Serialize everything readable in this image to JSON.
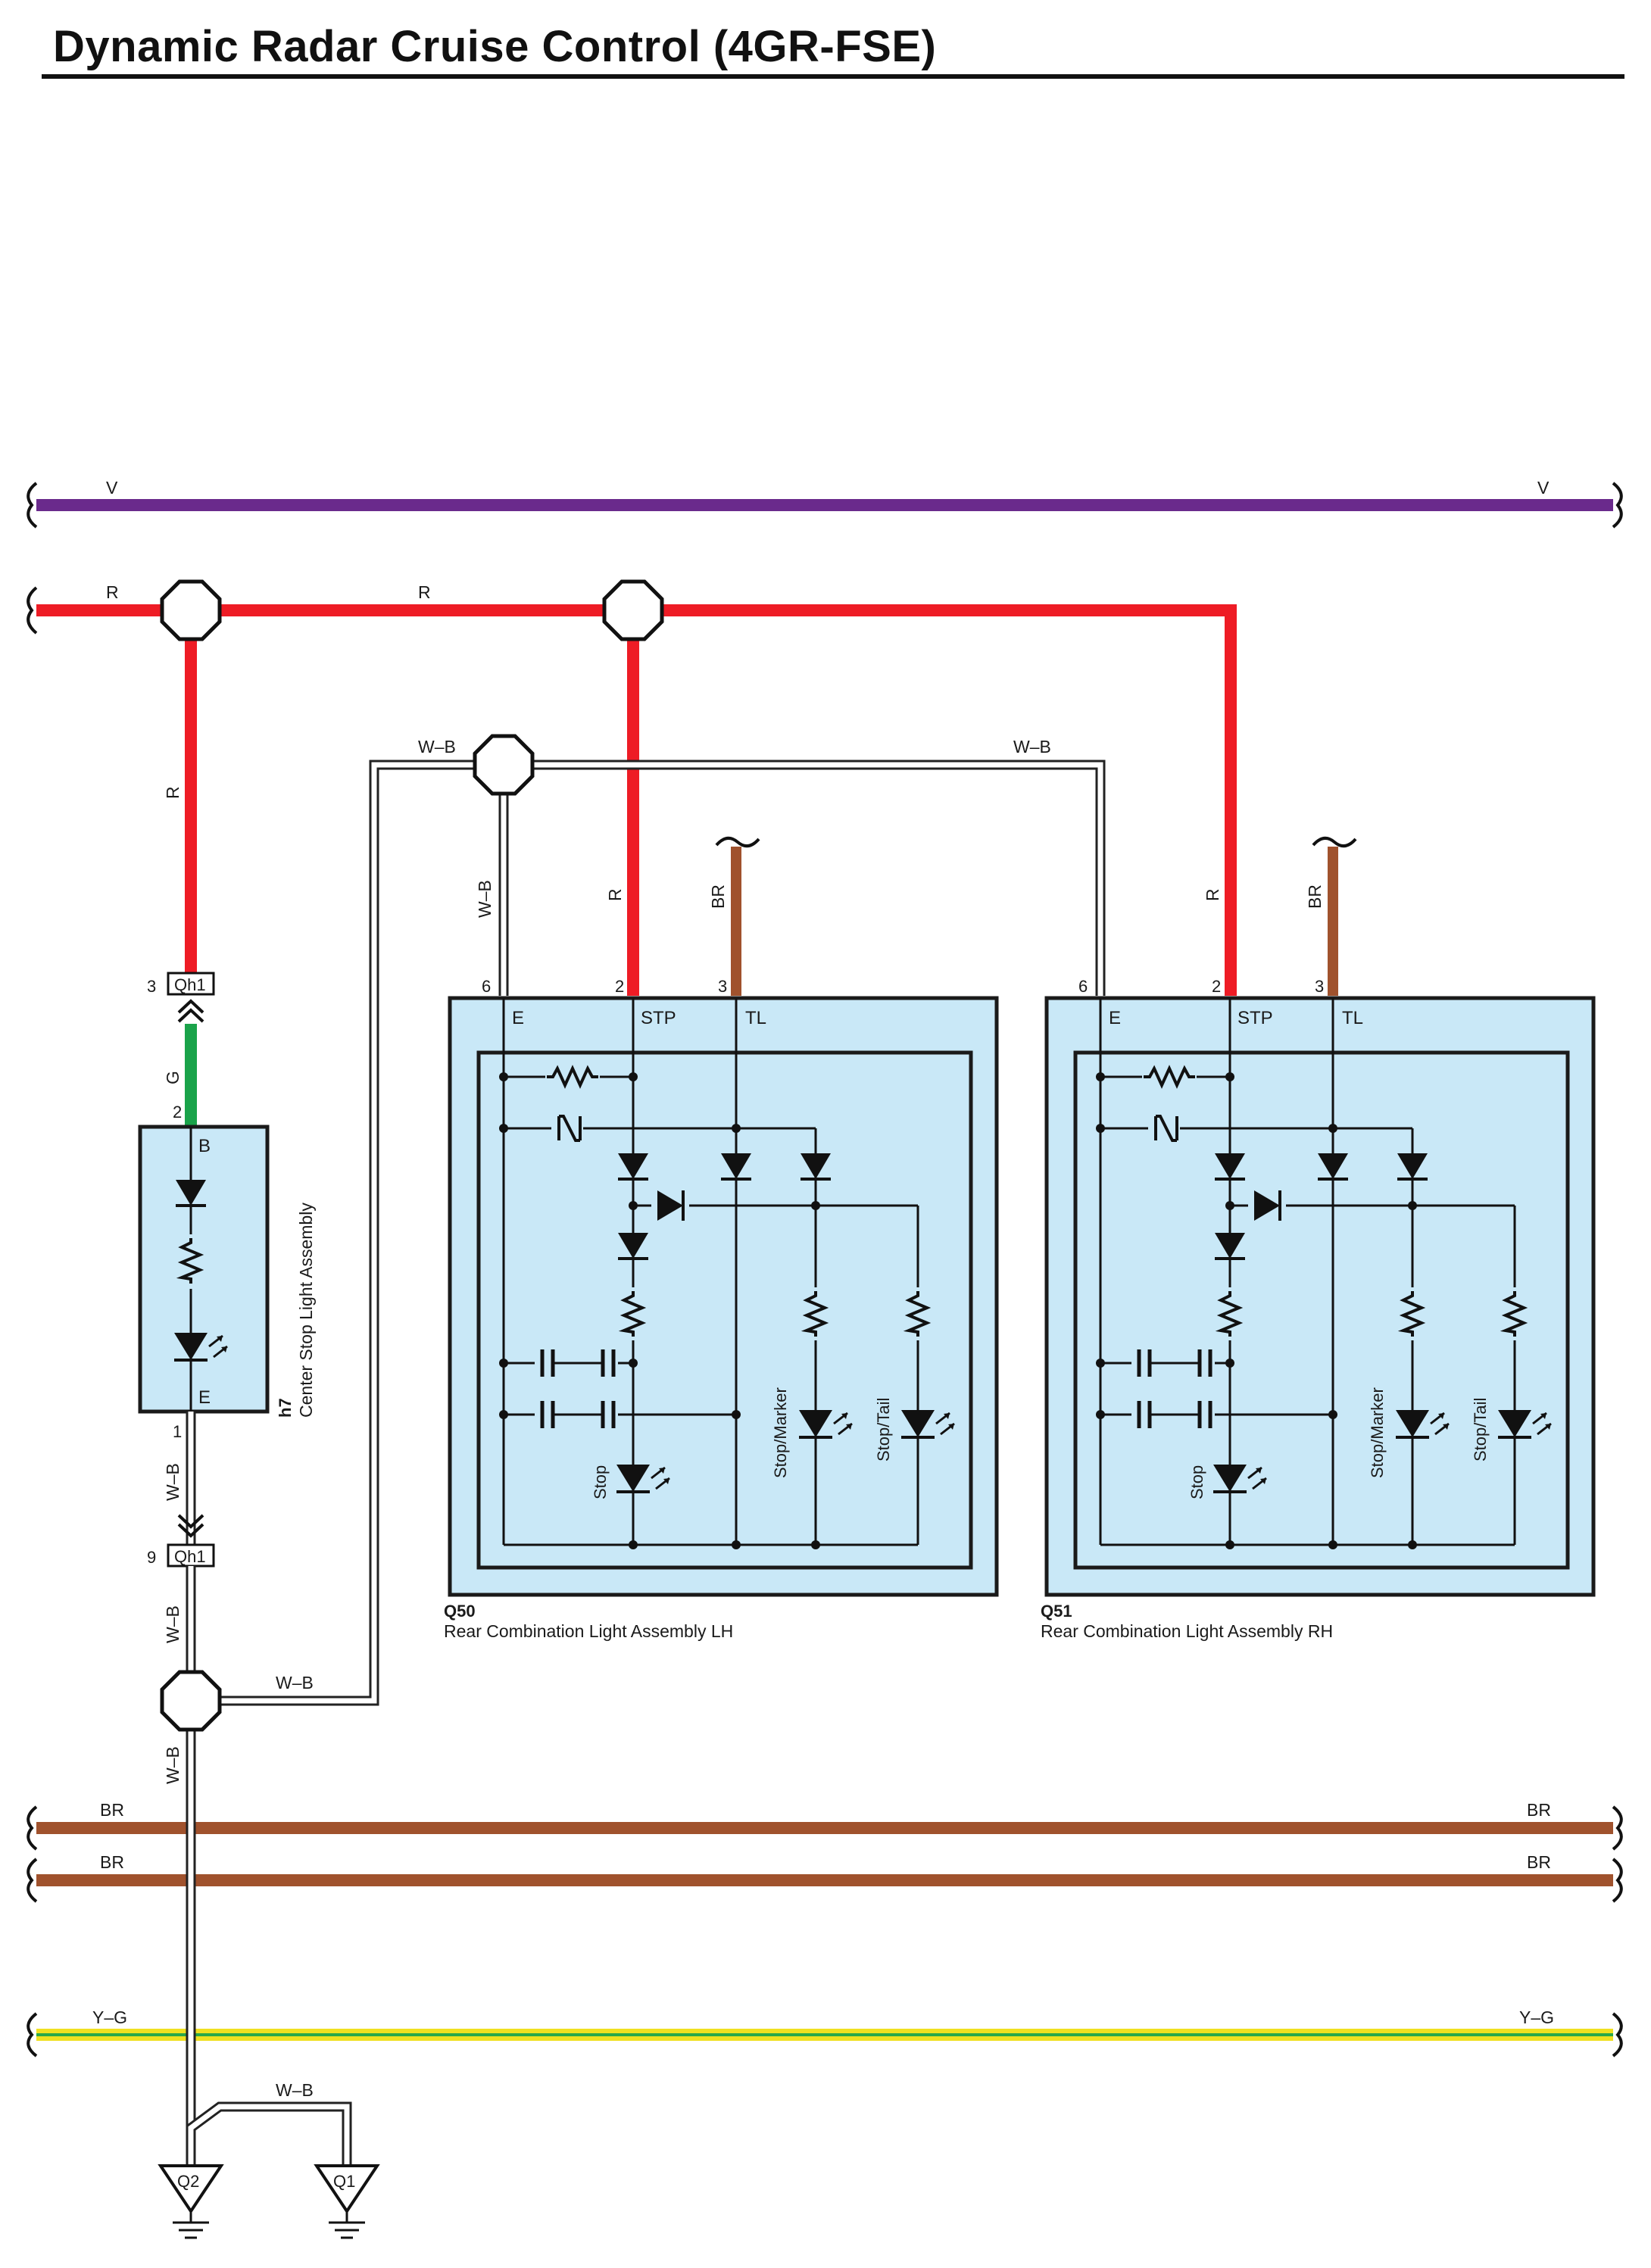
{
  "title": "Dynamic Radar Cruise Control (4GR-FSE)",
  "colors": {
    "V": "#6a2a8c",
    "R": "#ee1c25",
    "G": "#1aa34a",
    "BR": "#a0522d",
    "Y": "#f0e020",
    "Yg": "#2aa84a",
    "WB_fill": "#ffffff",
    "WB_edge": "#222222",
    "component_fill": "#c9e8f7",
    "frame": "#1a1a1a"
  },
  "wire_labels": {
    "V_left": "V",
    "V_right": "V",
    "R_left": "R",
    "R_mid": "R",
    "R_h7": "R",
    "R_q50": "R",
    "R_q51": "R",
    "BR_q50": "BR",
    "BR_q51": "BR",
    "WB_top_left": "W–B",
    "WB_top_right": "W–B",
    "WB_q50": "W–B",
    "G_h7": "G",
    "WB_h7": "W–B",
    "WB_h7b": "W–B",
    "WB_j": "W–B",
    "WB_down": "W–B",
    "WB_ground": "W–B",
    "BR1_left": "BR",
    "BR1_right": "BR",
    "BR2_left": "BR",
    "BR2_right": "BR",
    "YG_left": "Y–G",
    "YG_right": "Y–G"
  },
  "connectors": {
    "qh1_top": {
      "name": "Qh1",
      "pin": "3"
    },
    "qh1_bottom": {
      "name": "Qh1",
      "pin": "9"
    }
  },
  "h7": {
    "code": "h7",
    "name": "Center Stop Light Assembly",
    "pin_top": "2",
    "pin_bottom": "1",
    "term_top": "B",
    "term_bottom": "E"
  },
  "q50": {
    "code": "Q50",
    "name": "Rear Combination Light Assembly LH",
    "pins": [
      "6",
      "2",
      "3"
    ],
    "terms": [
      "E",
      "STP",
      "TL"
    ],
    "bulbs": [
      "Stop",
      "Stop/Marker",
      "Stop/Tail"
    ]
  },
  "q51": {
    "code": "Q51",
    "name": "Rear Combination Light Assembly RH",
    "pins": [
      "6",
      "2",
      "3"
    ],
    "terms": [
      "E",
      "STP",
      "TL"
    ],
    "bulbs": [
      "Stop",
      "Stop/Marker",
      "Stop/Tail"
    ]
  },
  "grounds": [
    "Q2",
    "Q1"
  ],
  "icons": [
    "junction-octagon-icon",
    "ground-symbol-icon",
    "led-icon",
    "resistor-icon",
    "capacitor-icon",
    "diode-icon",
    "zener-icon",
    "connector-arrow-icon",
    "wire-break-icon"
  ]
}
